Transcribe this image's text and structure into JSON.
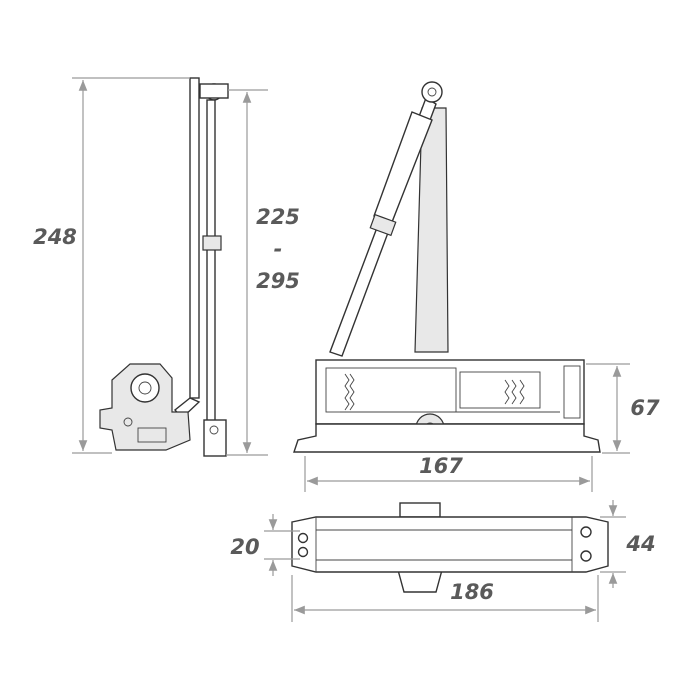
{
  "title": "Door closer dimension drawing",
  "dimensions": {
    "side_height": "248",
    "arm_range_min": "225",
    "arm_range_sep": "-",
    "arm_range_max": "295",
    "body_height": "67",
    "body_length": "167",
    "mount_spacing": "20",
    "body_width": "44",
    "total_length": "186"
  },
  "colors": {
    "dimension_text": "#5a5a5a",
    "dimension_line": "#9a9a9a",
    "outline": "#333333"
  }
}
